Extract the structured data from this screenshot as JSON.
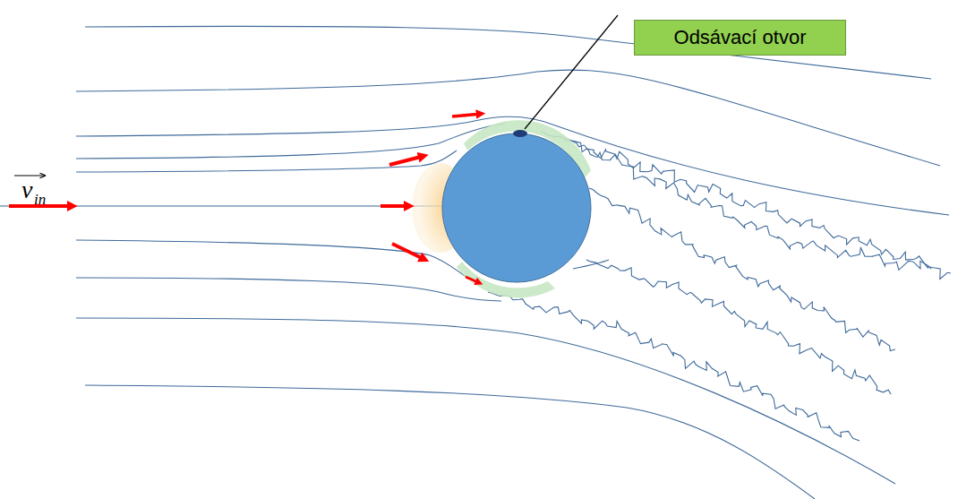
{
  "diagram": {
    "nodes": [
      {
        "text": [
          "Odsávací otvor"
        ]
      }
    ],
    "labels": [
      "v",
      "in"
    ]
  }
}
